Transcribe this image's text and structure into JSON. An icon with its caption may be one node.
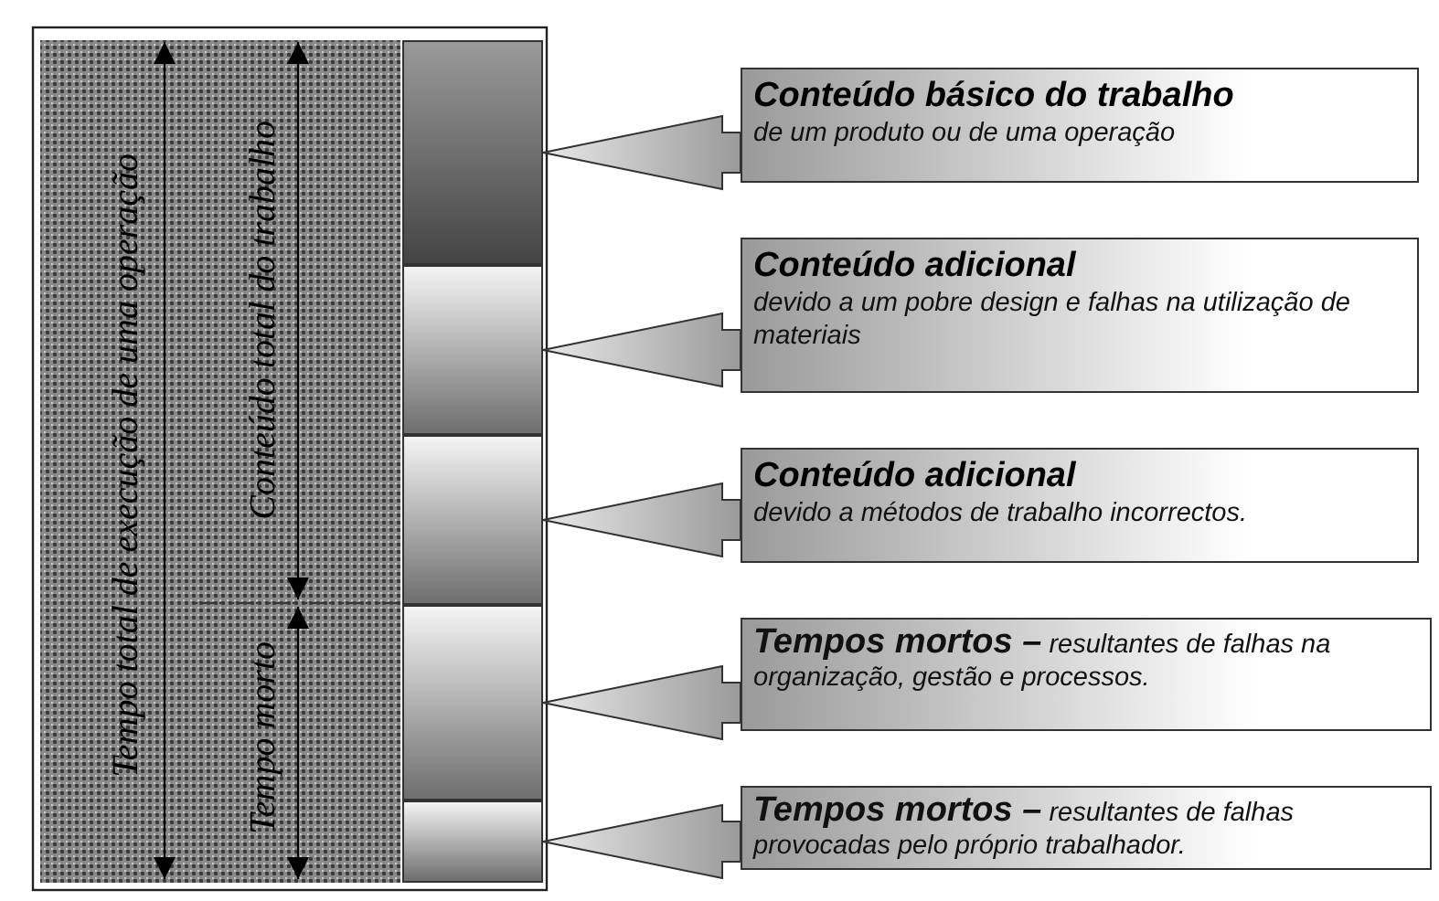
{
  "diagram": {
    "nodes": [
      {
        "text": [],
        "shape": "bar"
      },
      {
        "text": [],
        "shape": "bar"
      },
      {
        "text": [],
        "shape": "bar"
      },
      {
        "text": [],
        "shape": "bar"
      },
      {
        "text": [],
        "shape": "bar"
      },
      {
        "text": [
          "Conteúdo básico do trabalho",
          "de um produto ou de uma operação"
        ]
      },
      {
        "text": [
          "Conteúdo adicional",
          "devido a um pobre design e falhas na utilização de materiais"
        ]
      },
      {
        "text": [
          "Conteúdo adicional",
          "devido a métodos de trabalho incorrectos."
        ]
      },
      {
        "text": [
          "**Tempos mortos –** resultantes de falhas na organização, gestão e processos."
        ]
      },
      {
        "text": [
          "**Tempos mortos –** resultantes de falhas provocadas pelo próprio trabalhador."
        ]
      }
    ],
    "edges": [
      {
        "from": 5,
        "to": 0,
        "arrow": "to"
      },
      {
        "from": 6,
        "to": 1,
        "arrow": "to"
      },
      {
        "from": 7,
        "to": 2,
        "arrow": "to"
      },
      {
        "from": 8,
        "to": 3,
        "arrow": "to"
      },
      {
        "from": 9,
        "to": 4,
        "arrow": "to"
      }
    ],
    "labels": [
      "Tempo total de execução de uma operação",
      "Conteúdo total do trabalho",
      "Tempo morto"
    ]
  }
}
